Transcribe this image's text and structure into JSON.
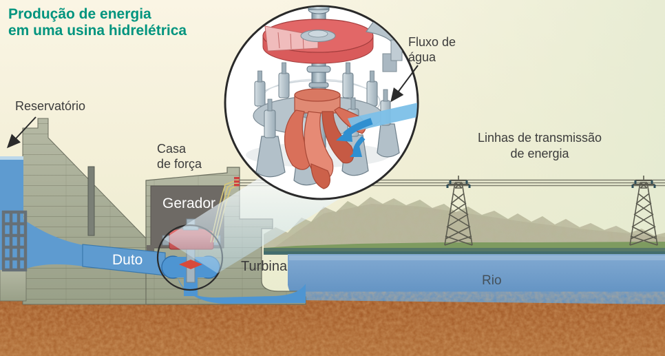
{
  "title": {
    "line1": "Produção de energia",
    "line2": "em uma usina hidrelétrica"
  },
  "labels": {
    "reservoir": "Reservatório",
    "powerhouse_line1": "Casa",
    "powerhouse_line2": "de força",
    "generator": "Gerador",
    "duct": "Duto",
    "turbine": "Turbina",
    "water_flow_line1": "Fluxo de",
    "water_flow_line2": "água",
    "transmission_line1": "Linhas de transmissão",
    "transmission_line2": "de energia",
    "river": "Rio"
  },
  "colors": {
    "title_teal": "#00947E",
    "label_gray": "#3B3B3B",
    "sky_cream": "#F8F2DD",
    "sky_green": "#E9ECCE",
    "concrete": "#A9AE9B",
    "dark_hall": "#6E6A65",
    "water_blue": "#5E9BD0",
    "river_blue": "#6596C6",
    "generator_red": "#D95F5F",
    "turbine_salmon": "#E08A72",
    "flow_arrow_blue": "#2F8FD0",
    "cable_yellow": "#D8C878",
    "insulator_red": "#CF4040",
    "soil_brown": "#A85A26",
    "mountain_tan": "#C3BDA2",
    "grass_green": "#7E9B60",
    "cone_blue": "#CDE4F0"
  }
}
